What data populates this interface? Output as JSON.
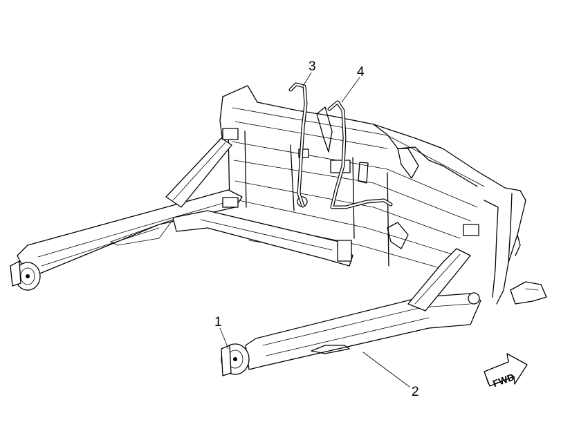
{
  "callouts": [
    {
      "label": "1"
    },
    {
      "label": "2"
    },
    {
      "label": "3"
    },
    {
      "label": "4"
    }
  ],
  "direction_arrow": {
    "label": "FWD"
  }
}
